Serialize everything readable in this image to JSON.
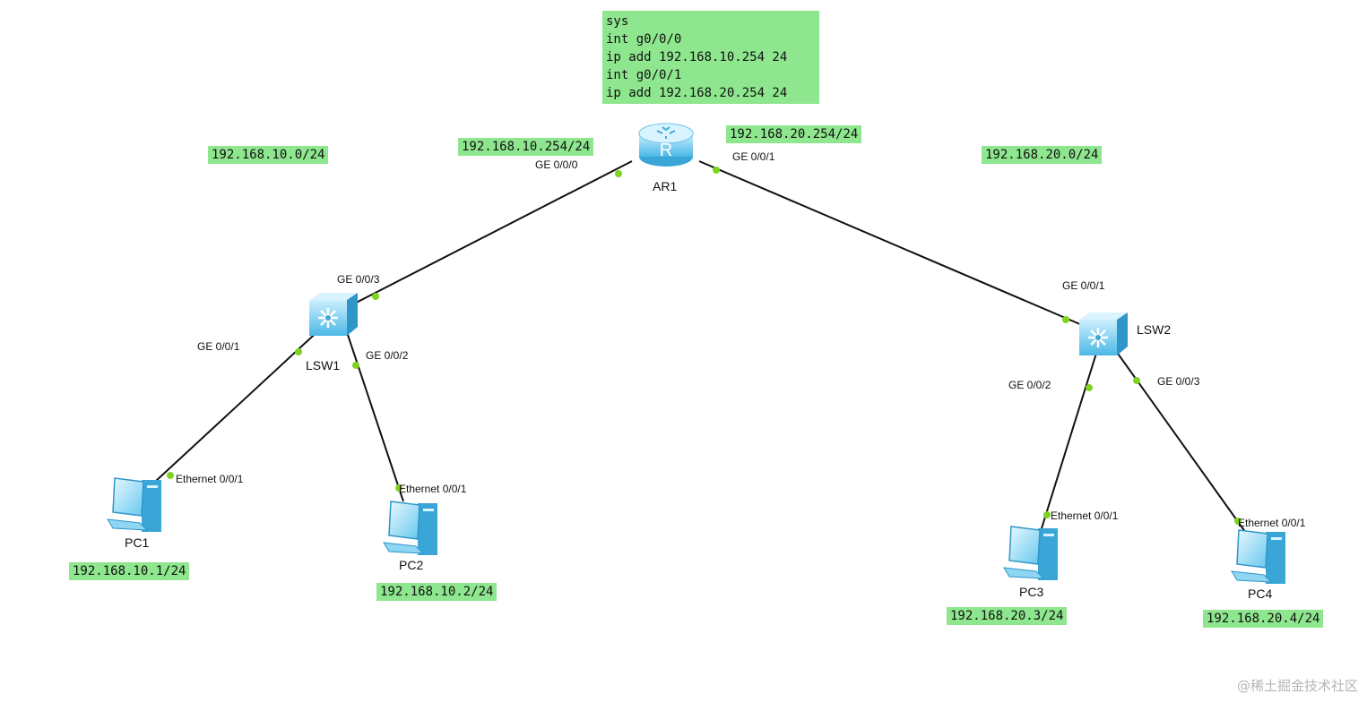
{
  "config_note": {
    "lines": [
      "sys",
      "int g0/0/0",
      "ip add 192.168.10.254 24",
      "int g0/0/1",
      "ip add 192.168.20.254 24"
    ]
  },
  "subnets": {
    "left": "192.168.10.0/24",
    "right": "192.168.20.0/24"
  },
  "router": {
    "name": "AR1",
    "if_left_ip": "192.168.10.254/24",
    "if_right_ip": "192.168.20.254/24",
    "port_left": "GE 0/0/0",
    "port_right": "GE 0/0/1"
  },
  "switches": {
    "lsw1": {
      "name": "LSW1",
      "uplink": "GE 0/0/3",
      "port_a": "GE 0/0/1",
      "port_b": "GE 0/0/2"
    },
    "lsw2": {
      "name": "LSW2",
      "uplink": "GE 0/0/1",
      "port_a": "GE 0/0/2",
      "port_b": "GE 0/0/3"
    }
  },
  "pcs": [
    {
      "name": "PC1",
      "port": "Ethernet 0/0/1",
      "ip": "192.168.10.1/24"
    },
    {
      "name": "PC2",
      "port": "Ethernet 0/0/1",
      "ip": "192.168.10.2/24"
    },
    {
      "name": "PC3",
      "port": "Ethernet 0/0/1",
      "ip": "192.168.20.3/24"
    },
    {
      "name": "PC4",
      "port": "Ethernet 0/0/1",
      "ip": "192.168.20.4/24"
    }
  ],
  "icons": {
    "router": "router-icon",
    "switch": "switch-icon",
    "pc": "pc-icon"
  },
  "colors": {
    "note_bg": "#8ee68e",
    "link": "#111111",
    "port_dot": "#7ed321",
    "device": "#5bc4ec"
  },
  "watermark": "@稀土掘金技术社区"
}
